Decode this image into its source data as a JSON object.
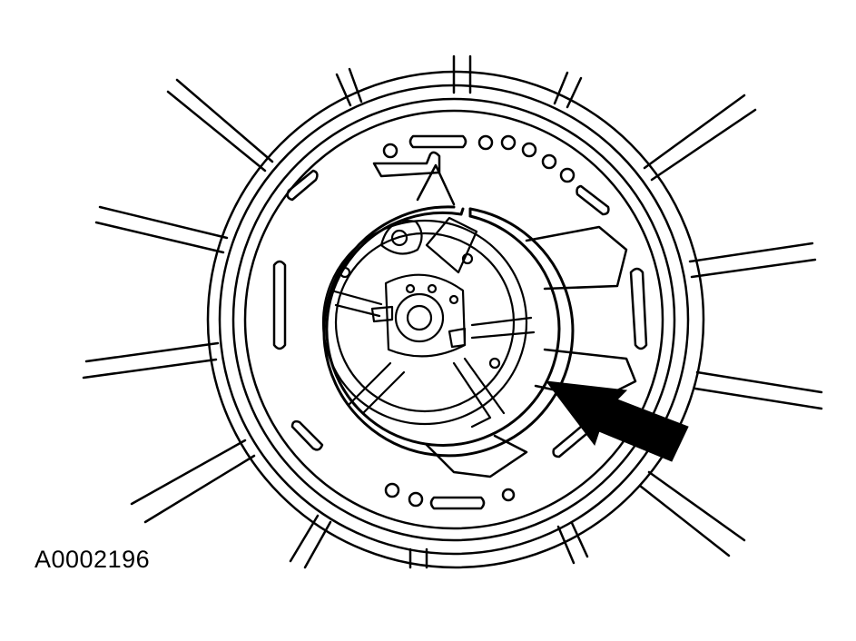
{
  "figure": {
    "id_label": "A0002196",
    "colors": {
      "ink": "#000000",
      "paper": "#ffffff"
    },
    "parts": [
      "outer-drum-housing",
      "radial-spokes",
      "friction-plate-rings",
      "oil-passage-slots",
      "snap-ring",
      "spring-retainer",
      "center-hub",
      "pointer-arrow"
    ]
  }
}
